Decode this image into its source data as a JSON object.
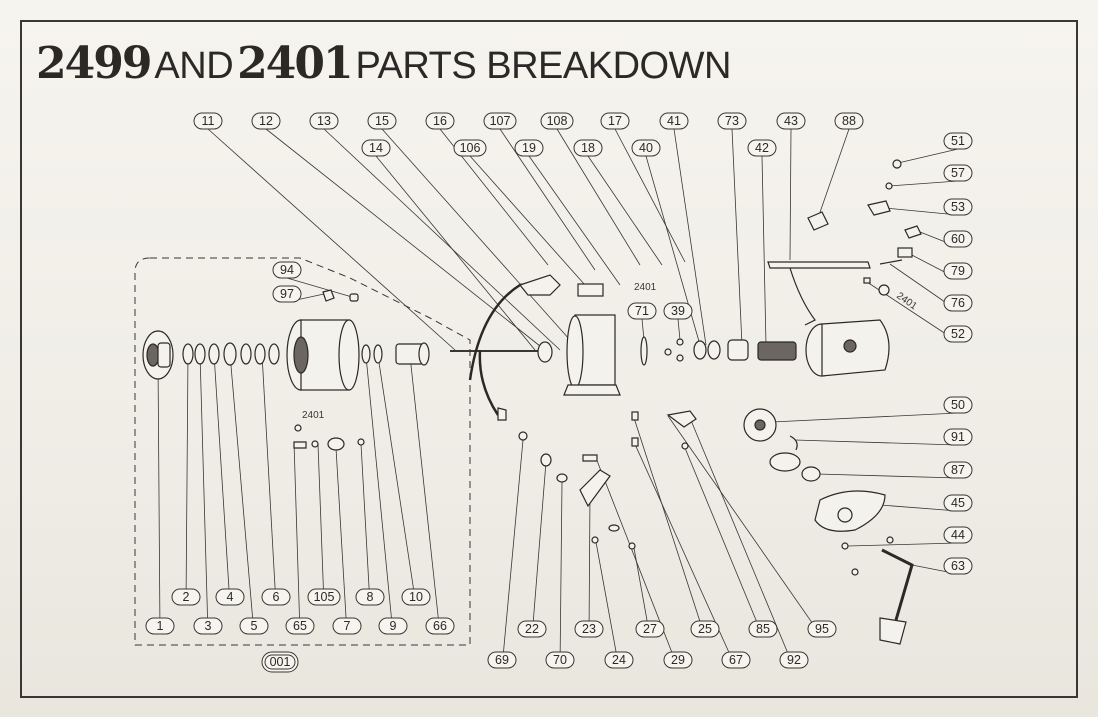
{
  "title": {
    "model_a": "2499",
    "word_and": "AND",
    "model_b": "2401",
    "word_rest": "PARTS BREAKDOWN"
  },
  "notes": {
    "variant_upper": "2401",
    "variant_right": "2401",
    "variant_left": "2401"
  },
  "callouts": {
    "top_row_1": [
      "11",
      "12",
      "13",
      "15",
      "16",
      "107",
      "108",
      "17",
      "41",
      "73",
      "43",
      "88"
    ],
    "top_row_2": [
      "14",
      "106",
      "19",
      "18",
      "40",
      "42"
    ],
    "right_col": [
      "51",
      "57",
      "53",
      "60",
      "79",
      "76",
      "52",
      "50",
      "91",
      "87",
      "45",
      "44",
      "63"
    ],
    "spool_group": [
      "94",
      "97"
    ],
    "mid_group": [
      "71",
      "39"
    ],
    "left_row_1": [
      "2",
      "4",
      "6",
      "105",
      "8",
      "10"
    ],
    "left_row_2": [
      "1",
      "3",
      "5",
      "65",
      "7",
      "9",
      "66"
    ],
    "assembly_code": "001",
    "bottom_row_1": [
      "22",
      "23",
      "27",
      "25",
      "85",
      "95"
    ],
    "bottom_row_2": [
      "69",
      "70",
      "24",
      "29",
      "67",
      "92"
    ]
  }
}
